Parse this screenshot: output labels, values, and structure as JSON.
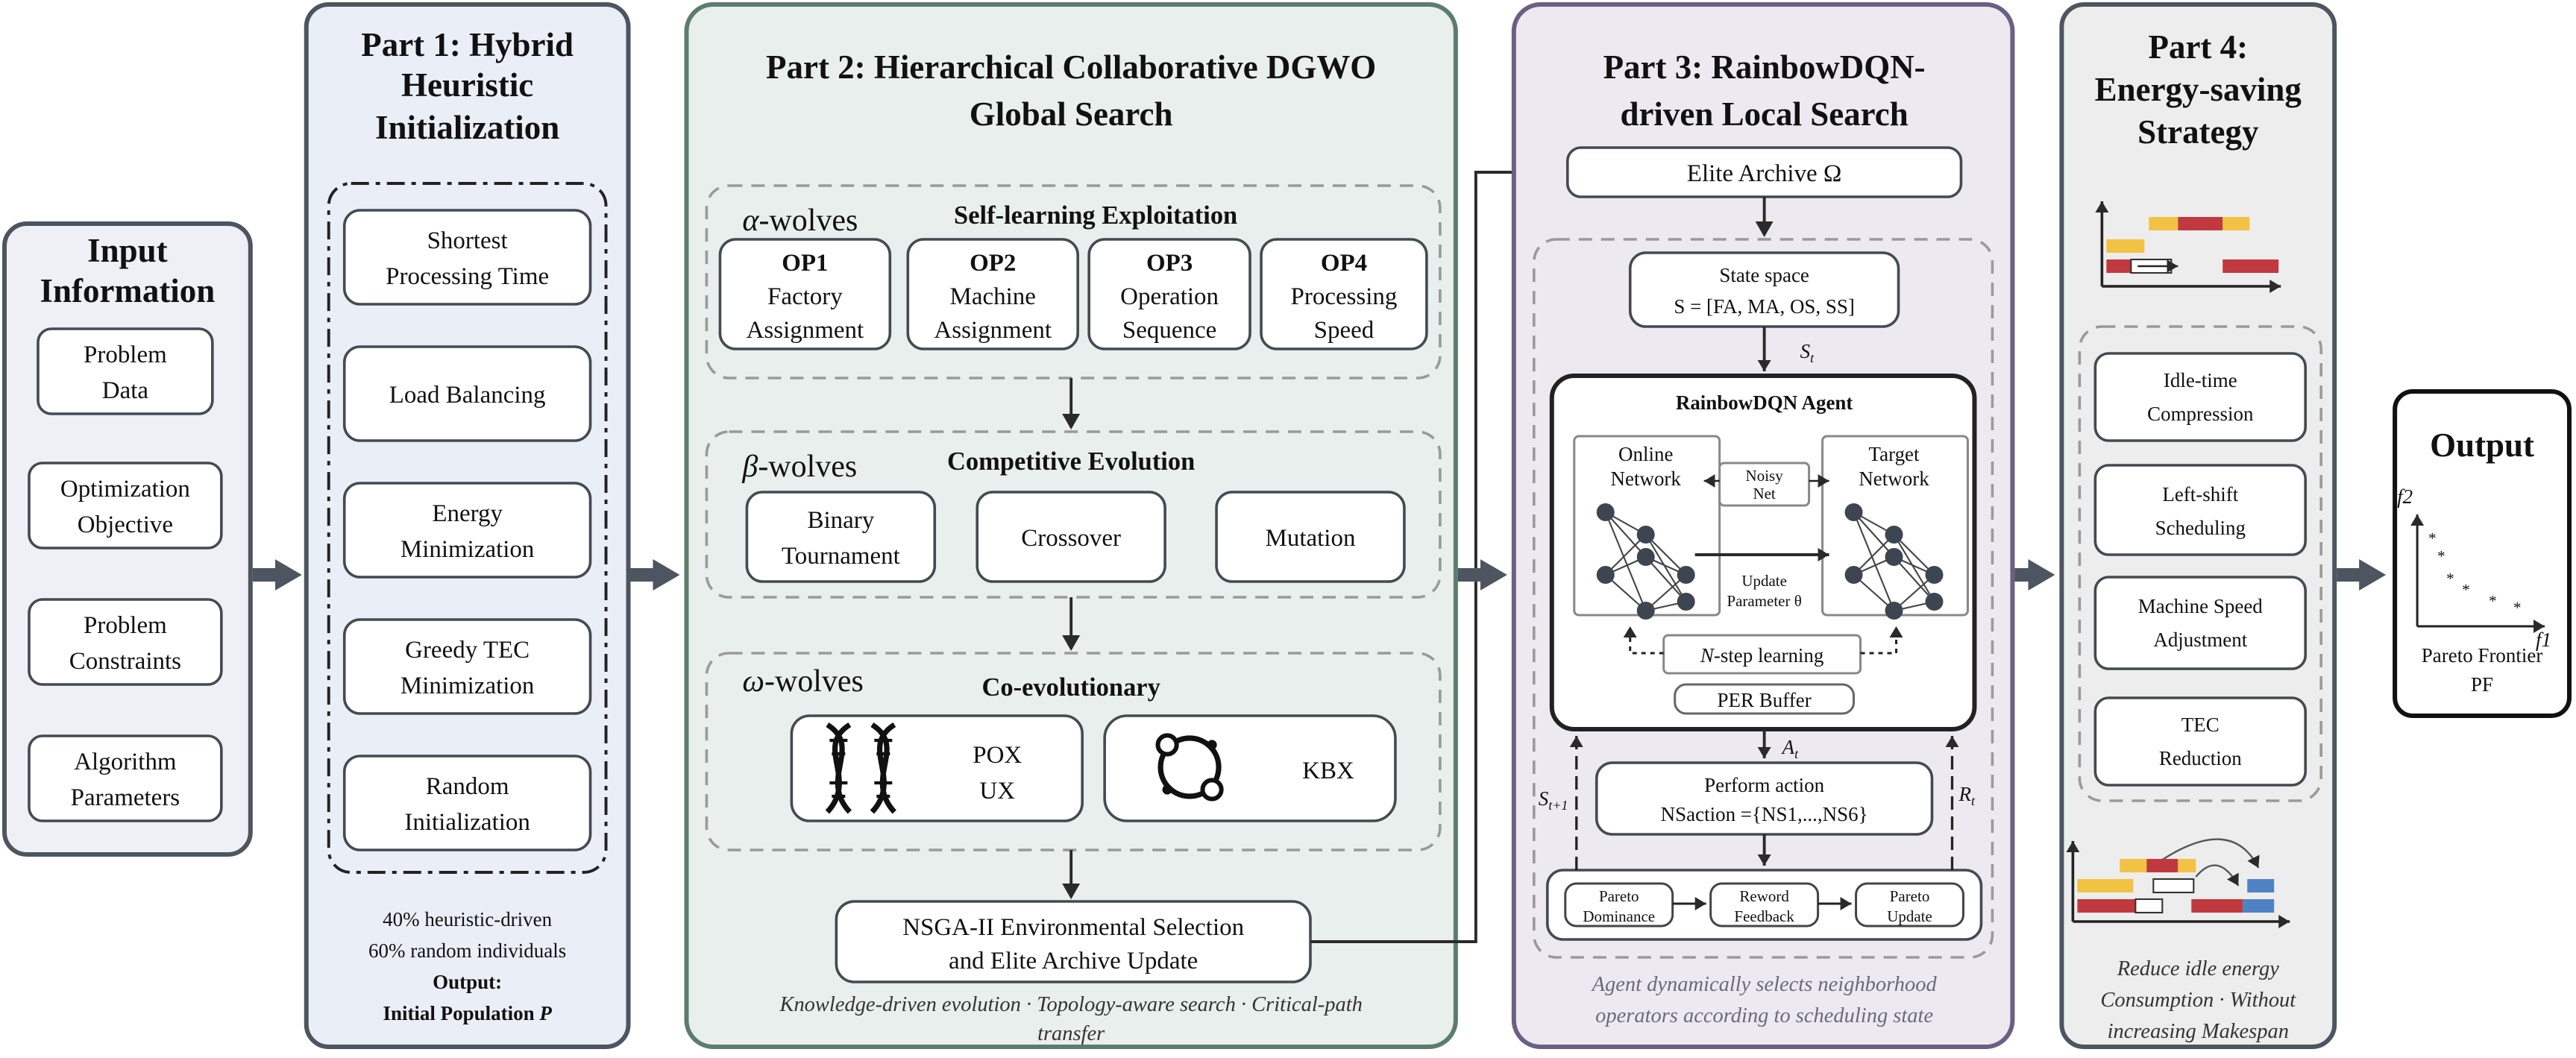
{
  "input": {
    "title_line1": "Input",
    "title_line2": "Information",
    "items": [
      {
        "l1": "Problem",
        "l2": "Data"
      },
      {
        "l1": "Optimization",
        "l2": "Objective"
      },
      {
        "l1": "Problem",
        "l2": "Constraints"
      },
      {
        "l1": "Algorithm",
        "l2": "Parameters"
      }
    ]
  },
  "part1": {
    "title_line1": "Part 1: Hybrid",
    "title_line2": "Heuristic",
    "title_line3": "Initialization",
    "items": [
      {
        "l1": "Shortest",
        "l2": "Processing Time"
      },
      {
        "l1": "Load Balancing",
        "l2": ""
      },
      {
        "l1": "Energy",
        "l2": "Minimization"
      },
      {
        "l1": "Greedy TEC",
        "l2": "Minimization"
      },
      {
        "l1": "Random",
        "l2": "Initialization"
      }
    ],
    "note_line1": "40% heuristic-driven",
    "note_line2": "60% random individuals",
    "note_line3": "Output:",
    "note_line4_prefix": "Initial Population ",
    "note_line4_var": "P"
  },
  "part2": {
    "title_line1": "Part 2: Hierarchical Collaborative DGWO",
    "title_line2": "Global Search",
    "alpha": {
      "greek": "α",
      "suffix": "-wolves",
      "heading": "Self-learning Exploitation",
      "ops": [
        {
          "code": "OP1",
          "l1": "Factory",
          "l2": "Assignment"
        },
        {
          "code": "OP2",
          "l1": "Machine",
          "l2": "Assignment"
        },
        {
          "code": "OP3",
          "l1": "Operation",
          "l2": "Sequence"
        },
        {
          "code": "OP4",
          "l1": "Processing",
          "l2": "Speed"
        }
      ]
    },
    "beta": {
      "greek": "β",
      "suffix": "-wolves",
      "heading": "Competitive Evolution",
      "ops": [
        {
          "l1": "Binary",
          "l2": "Tournament"
        },
        {
          "l1": "Crossover",
          "l2": ""
        },
        {
          "l1": "Mutation",
          "l2": ""
        }
      ]
    },
    "omega": {
      "greek": "ω",
      "suffix": "-wolves",
      "heading": "Co-evolutionary",
      "pox_l1": "POX",
      "pox_l2": "UX",
      "kbx": "KBX"
    },
    "nsga_line1": "NSGA-II Environmental Selection",
    "nsga_line2": "and Elite Archive Update",
    "caption_line1": "Knowledge-driven evolution · Topology-aware search · Critical-path",
    "caption_line2": "transfer"
  },
  "part3": {
    "title_line1": "Part 3: RainbowDQN-",
    "title_line2": "driven Local Search",
    "elite_archive": "Elite Archive Ω",
    "state_l1": "State space",
    "state_l2": "S = [FA, MA, OS, SS]",
    "st_label": "S",
    "st_sub": "t",
    "agent_title": "RainbowDQN Agent",
    "online_l1": "Online",
    "online_l2": "Network",
    "target_l1": "Target",
    "target_l2": "Network",
    "noisy_l1": "Noisy",
    "noisy_l2": "Net",
    "update_l1": "Update",
    "update_l2": "Parameter θ",
    "nstep_var": "N",
    "nstep_rest": "-step learning",
    "per_buffer": "PER Buffer",
    "at_label": "A",
    "at_sub": "t",
    "st1_label": "S",
    "st1_sub": "t+1",
    "rt_label": "R",
    "rt_sub": "t",
    "action_l1": "Perform action",
    "action_l2": "NSaction ={NS1,...,NS6}",
    "pd_l1": "Pareto",
    "pd_l2": "Dominance",
    "rf_l1": "Reword",
    "rf_l2": "Feedback",
    "pu_l1": "Pareto",
    "pu_l2": "Update",
    "caption_line1": "Agent dynamically selects neighborhood",
    "caption_line2": "operators according to scheduling state"
  },
  "part4": {
    "title_line1": "Part 4:",
    "title_line2": "Energy-saving",
    "title_line3": "Strategy",
    "items": [
      {
        "l1": "Idle-time",
        "l2": "Compression"
      },
      {
        "l1": "Left-shift",
        "l2": "Scheduling"
      },
      {
        "l1": "Machine Speed",
        "l2": "Adjustment"
      },
      {
        "l1": "TEC",
        "l2": "Reduction"
      }
    ],
    "caption_line1": "Reduce idle energy",
    "caption_line2": "Consumption · Without",
    "caption_line3": "increasing Makespan"
  },
  "output": {
    "title": "Output",
    "f2": "f2",
    "f1": "f1",
    "pareto_l1": "Pareto Frontier",
    "pareto_l2": "PF"
  },
  "colors": {
    "input_bg": "#eef0f5",
    "part1_bg": "#eaeef6",
    "part2_bg": "#e9efec",
    "part2_border": "#5d7d6c",
    "part3_bg": "#ece9f1",
    "part3_border": "#6b5f84",
    "part4_bg": "#ededed",
    "gantt_yellow": "#f2c244",
    "gantt_red": "#c0393f",
    "gantt_blue": "#4f82c4",
    "pareto_star": "#8b1a1a"
  }
}
